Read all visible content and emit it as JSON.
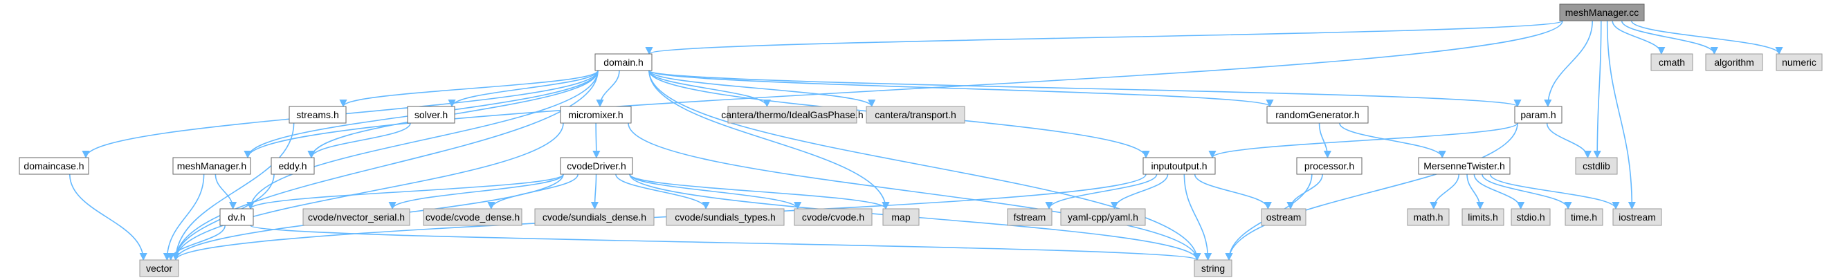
{
  "title": "meshManager.cc",
  "colors": {
    "edge": "#63b8ff",
    "root_fill": "#999999",
    "system_fill": "#e0e0e0",
    "local_fill": "#ffffff",
    "border": "#666666"
  },
  "nodes": [
    {
      "id": "meshManager_cc",
      "label": "meshManager.cc",
      "kind": "root"
    },
    {
      "id": "domain_h",
      "label": "domain.h",
      "kind": "local"
    },
    {
      "id": "cmath",
      "label": "cmath",
      "kind": "system"
    },
    {
      "id": "algorithm",
      "label": "algorithm",
      "kind": "system"
    },
    {
      "id": "numeric",
      "label": "numeric",
      "kind": "system"
    },
    {
      "id": "streams_h",
      "label": "streams.h",
      "kind": "local"
    },
    {
      "id": "solver_h",
      "label": "solver.h",
      "kind": "local"
    },
    {
      "id": "micromixer_h",
      "label": "micromixer.h",
      "kind": "local"
    },
    {
      "id": "idealgas",
      "label": "cantera/thermo/IdealGasPhase.h",
      "kind": "system"
    },
    {
      "id": "transport",
      "label": "cantera/transport.h",
      "kind": "system"
    },
    {
      "id": "randomGenerator_h",
      "label": "randomGenerator.h",
      "kind": "local"
    },
    {
      "id": "param_h",
      "label": "param.h",
      "kind": "local"
    },
    {
      "id": "domaincase_h",
      "label": "domaincase.h",
      "kind": "local"
    },
    {
      "id": "meshManager_h",
      "label": "meshManager.h",
      "kind": "local"
    },
    {
      "id": "eddy_h",
      "label": "eddy.h",
      "kind": "local"
    },
    {
      "id": "cvodeDriver_h",
      "label": "cvodeDriver.h",
      "kind": "local"
    },
    {
      "id": "inputoutput_h",
      "label": "inputoutput.h",
      "kind": "local"
    },
    {
      "id": "processor_h",
      "label": "processor.h",
      "kind": "local"
    },
    {
      "id": "MersenneTwister_h",
      "label": "MersenneTwister.h",
      "kind": "local"
    },
    {
      "id": "cstdlib",
      "label": "cstdlib",
      "kind": "system"
    },
    {
      "id": "dv_h",
      "label": "dv.h",
      "kind": "local"
    },
    {
      "id": "nvector_serial",
      "label": "cvode/nvector_serial.h",
      "kind": "system"
    },
    {
      "id": "cvode_dense",
      "label": "cvode/cvode_dense.h",
      "kind": "system"
    },
    {
      "id": "sundials_dense",
      "label": "cvode/sundials_dense.h",
      "kind": "system"
    },
    {
      "id": "sundials_types",
      "label": "cvode/sundials_types.h",
      "kind": "system"
    },
    {
      "id": "cvode_h",
      "label": "cvode/cvode.h",
      "kind": "system"
    },
    {
      "id": "map",
      "label": "map",
      "kind": "system"
    },
    {
      "id": "fstream",
      "label": "fstream",
      "kind": "system"
    },
    {
      "id": "yaml",
      "label": "yaml-cpp/yaml.h",
      "kind": "system"
    },
    {
      "id": "ostream",
      "label": "ostream",
      "kind": "system"
    },
    {
      "id": "math_h",
      "label": "math.h",
      "kind": "system"
    },
    {
      "id": "limits_h",
      "label": "limits.h",
      "kind": "system"
    },
    {
      "id": "stdio_h",
      "label": "stdio.h",
      "kind": "system"
    },
    {
      "id": "time_h",
      "label": "time.h",
      "kind": "system"
    },
    {
      "id": "iostream",
      "label": "iostream",
      "kind": "system"
    },
    {
      "id": "vector",
      "label": "vector",
      "kind": "system"
    },
    {
      "id": "string",
      "label": "string",
      "kind": "system"
    }
  ],
  "edges": [
    [
      "meshManager_cc",
      "domain_h"
    ],
    [
      "meshManager_cc",
      "cmath"
    ],
    [
      "meshManager_cc",
      "algorithm"
    ],
    [
      "meshManager_cc",
      "numeric"
    ],
    [
      "meshManager_cc",
      "meshManager_h"
    ],
    [
      "meshManager_cc",
      "param_h"
    ],
    [
      "meshManager_cc",
      "cstdlib"
    ],
    [
      "meshManager_cc",
      "iostream"
    ],
    [
      "domain_h",
      "streams_h"
    ],
    [
      "domain_h",
      "solver_h"
    ],
    [
      "domain_h",
      "micromixer_h"
    ],
    [
      "domain_h",
      "idealgas"
    ],
    [
      "domain_h",
      "transport"
    ],
    [
      "domain_h",
      "randomGenerator_h"
    ],
    [
      "domain_h",
      "param_h"
    ],
    [
      "domain_h",
      "domaincase_h"
    ],
    [
      "domain_h",
      "meshManager_h"
    ],
    [
      "domain_h",
      "eddy_h"
    ],
    [
      "domain_h",
      "inputoutput_h"
    ],
    [
      "domain_h",
      "dv_h"
    ],
    [
      "domain_h",
      "map"
    ],
    [
      "domain_h",
      "vector"
    ],
    [
      "domain_h",
      "string"
    ],
    [
      "streams_h",
      "vector"
    ],
    [
      "solver_h",
      "eddy_h"
    ],
    [
      "micromixer_h",
      "cvodeDriver_h"
    ],
    [
      "micromixer_h",
      "vector"
    ],
    [
      "micromixer_h",
      "string"
    ],
    [
      "randomGenerator_h",
      "processor_h"
    ],
    [
      "randomGenerator_h",
      "MersenneTwister_h"
    ],
    [
      "param_h",
      "inputoutput_h"
    ],
    [
      "param_h",
      "cstdlib"
    ],
    [
      "param_h",
      "string"
    ],
    [
      "domaincase_h",
      "vector"
    ],
    [
      "meshManager_h",
      "dv_h"
    ],
    [
      "meshManager_h",
      "vector"
    ],
    [
      "eddy_h",
      "vector"
    ],
    [
      "cvodeDriver_h",
      "dv_h"
    ],
    [
      "cvodeDriver_h",
      "nvector_serial"
    ],
    [
      "cvodeDriver_h",
      "cvode_dense"
    ],
    [
      "cvodeDriver_h",
      "sundials_dense"
    ],
    [
      "cvodeDriver_h",
      "sundials_types"
    ],
    [
      "cvodeDriver_h",
      "cvode_h"
    ],
    [
      "cvodeDriver_h",
      "map"
    ],
    [
      "cvodeDriver_h",
      "vector"
    ],
    [
      "cvodeDriver_h",
      "string"
    ],
    [
      "inputoutput_h",
      "fstream"
    ],
    [
      "inputoutput_h",
      "yaml"
    ],
    [
      "inputoutput_h",
      "ostream"
    ],
    [
      "inputoutput_h",
      "vector"
    ],
    [
      "inputoutput_h",
      "string"
    ],
    [
      "processor_h",
      "ostream"
    ],
    [
      "processor_h",
      "string"
    ],
    [
      "MersenneTwister_h",
      "math_h"
    ],
    [
      "MersenneTwister_h",
      "limits_h"
    ],
    [
      "MersenneTwister_h",
      "stdio_h"
    ],
    [
      "MersenneTwister_h",
      "time_h"
    ],
    [
      "MersenneTwister_h",
      "iostream"
    ],
    [
      "dv_h",
      "vector"
    ],
    [
      "dv_h",
      "string"
    ]
  ]
}
